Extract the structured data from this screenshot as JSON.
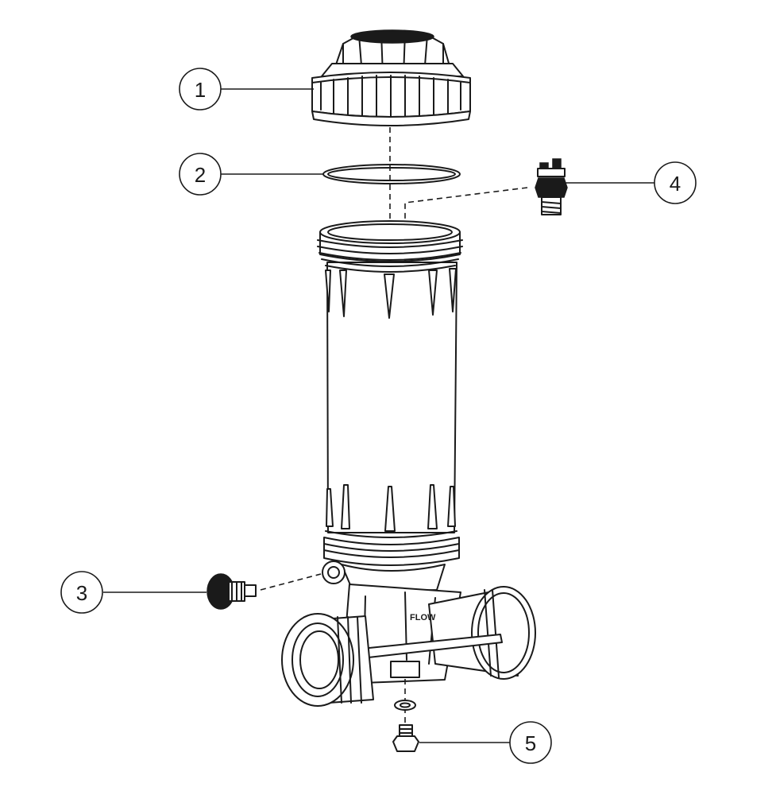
{
  "callouts": [
    {
      "id": "1",
      "label": "1"
    },
    {
      "id": "2",
      "label": "2"
    },
    {
      "id": "3",
      "label": "3"
    },
    {
      "id": "4",
      "label": "4"
    },
    {
      "id": "5",
      "label": "5"
    }
  ],
  "body_marking": "FLOW",
  "colors": {
    "line": "#1a1a1a",
    "background": "#ffffff"
  }
}
